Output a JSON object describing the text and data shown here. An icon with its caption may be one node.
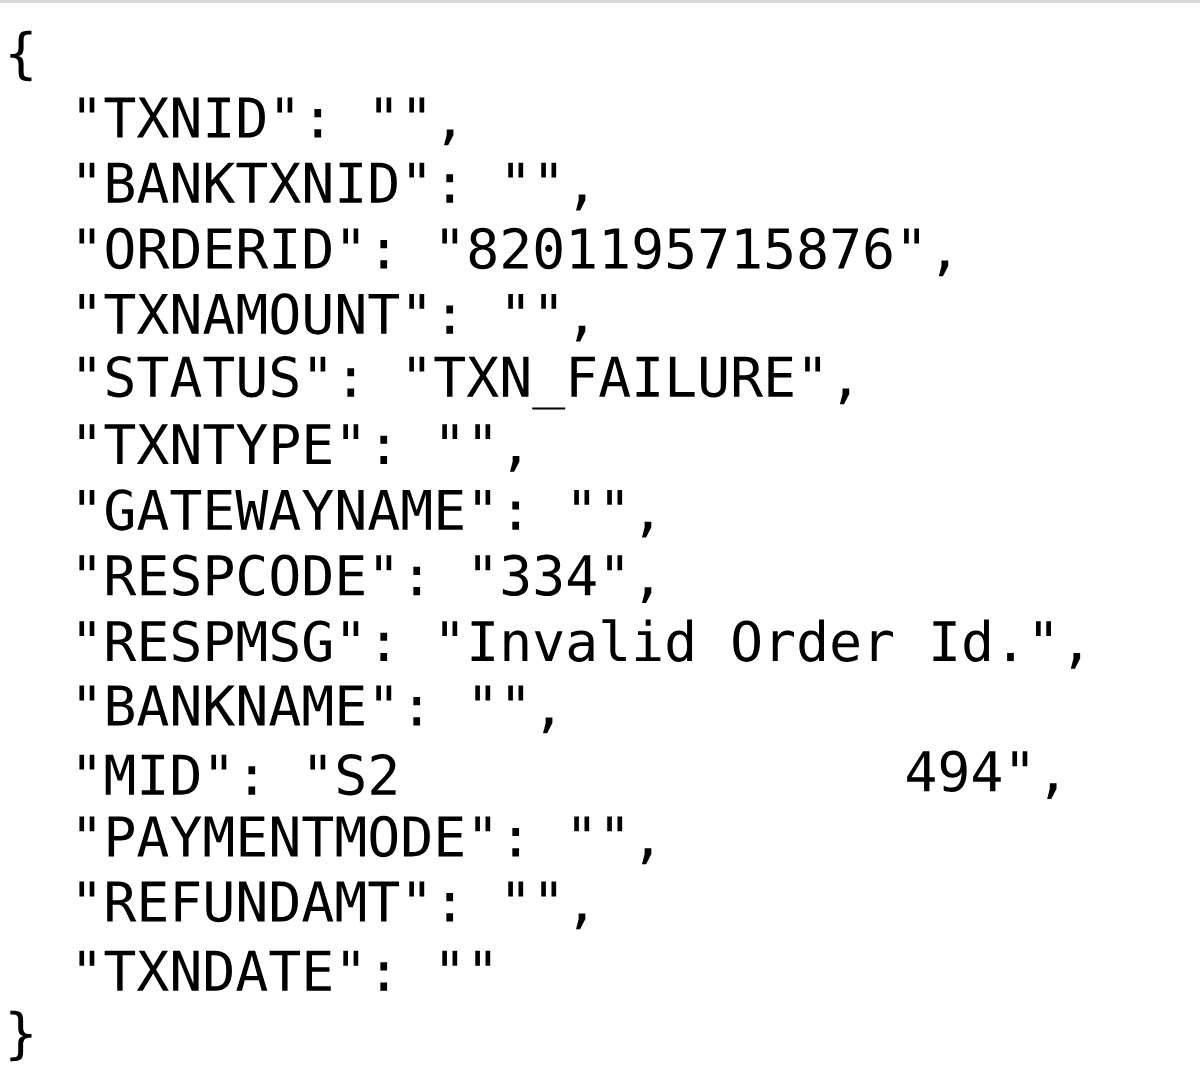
{
  "diagram": {
    "labels": [
      "{",
      "\"TXNID\": \"\",",
      "\"BANKTXNID\": \"\",",
      "\"ORDERID\": \"8201195715876\",",
      "\"TXNAMOUNT\": \"\",",
      "\"STATUS\": \"TXN_FAILURE\",",
      "\"TXNTYPE\": \"\",",
      "\"GATEWAYNAME\": \"\",",
      "\"RESPCODE\": \"334\",",
      "\"RESPMSG\": \"Invalid Order Id.\",",
      "\"BANKNAME\": \"\",",
      "\"MID\": \"S2",
      "494\",",
      "\"PAYMENTMODE\": \"\",",
      "\"REFUNDAMT\": \"\",",
      "\"TXNDATE\": \"\"",
      "}"
    ]
  }
}
